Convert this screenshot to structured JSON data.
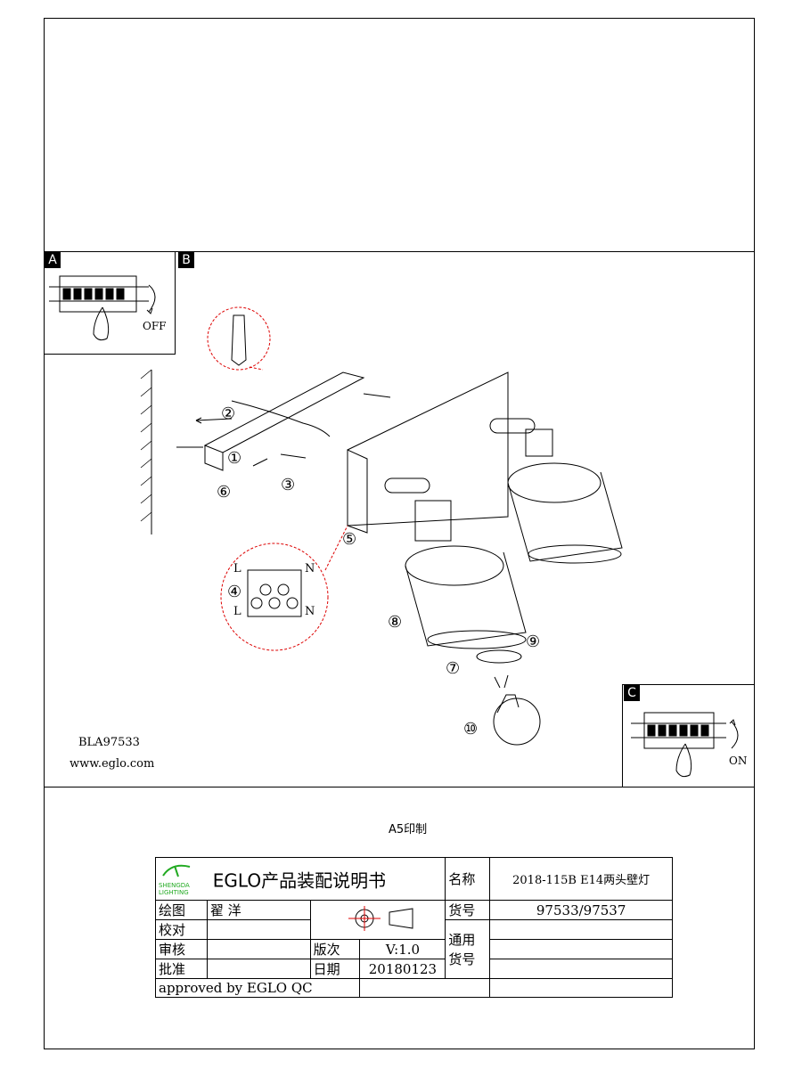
{
  "panels": {
    "a_label": "A",
    "b_label": "B",
    "c_label": "C",
    "a_switch_text": "OFF",
    "c_switch_text": "ON"
  },
  "diagram": {
    "step_markers": [
      "①",
      "②",
      "③",
      "④",
      "⑤",
      "⑥",
      "⑦",
      "⑧",
      "⑨",
      "⑩"
    ],
    "terminal_labels": {
      "L_top": "L",
      "N_top": "N",
      "L_bottom": "L",
      "N_bottom": "N"
    }
  },
  "product": {
    "model": "BLA97533",
    "website": "www.eglo.com"
  },
  "print_note": "A5印制",
  "title_block": {
    "logo_text": "SHENGDA LIGHTING",
    "doc_title": "EGLO产品装配说明书",
    "name_label": "名称",
    "name_value": "2018-115B E14两头壁灯",
    "drawn_label": "绘图",
    "drawn_value": "翟 洋",
    "article_label": "货号",
    "article_value": "97533/97537",
    "check_label": "校对",
    "review_label": "审核",
    "version_label": "版次",
    "version_value": "V:1.0",
    "common_label": "通用\n货号",
    "approve_label": "批准",
    "date_label": "日期",
    "date_value": "20180123",
    "approved_text": "approved by EGLO QC"
  }
}
